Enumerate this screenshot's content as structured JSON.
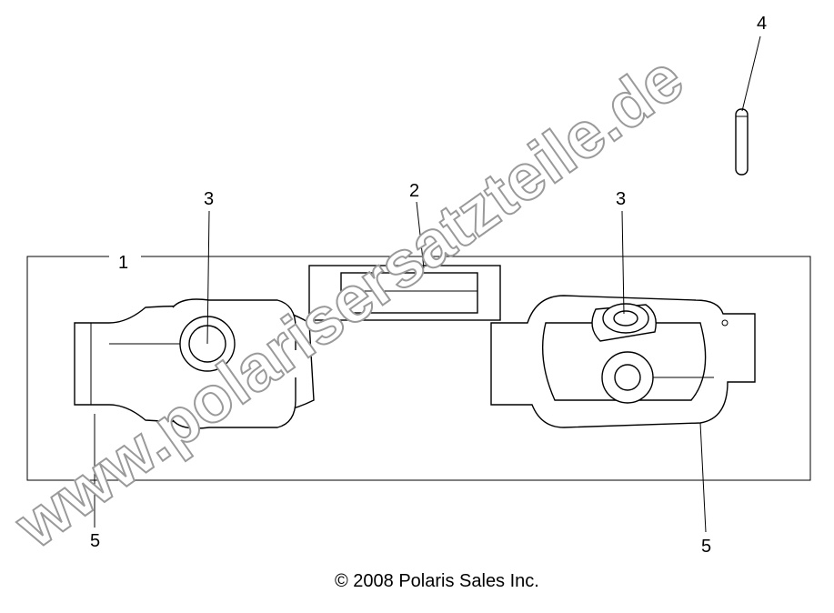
{
  "diagram": {
    "callouts": [
      {
        "id": "1",
        "label": "1"
      },
      {
        "id": "2",
        "label": "2"
      },
      {
        "id": "3a",
        "label": "3"
      },
      {
        "id": "3b",
        "label": "3"
      },
      {
        "id": "4",
        "label": "4"
      },
      {
        "id": "5a",
        "label": "5"
      },
      {
        "id": "5b",
        "label": "5"
      }
    ],
    "copyright": "© 2008 Polaris Sales Inc.",
    "watermark": "www.polarisersatzteile.de"
  }
}
